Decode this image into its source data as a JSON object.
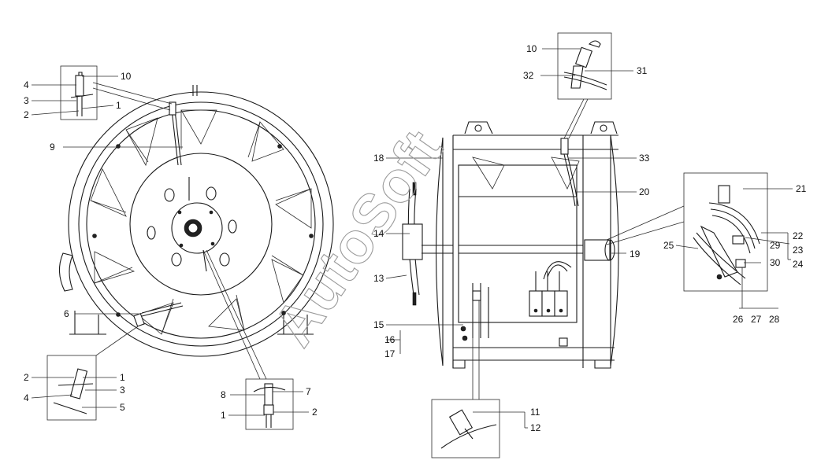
{
  "watermark": "AutoSoft",
  "callouts": {
    "inset_a": [
      "4",
      "3",
      "2",
      "10",
      "1"
    ],
    "fan": [
      "9",
      "6"
    ],
    "inset_b": [
      "2",
      "4",
      "1",
      "3",
      "5"
    ],
    "inset_c": [
      "8",
      "1",
      "7",
      "2"
    ],
    "housing_left": [
      "18",
      "14",
      "13",
      "15",
      "16",
      "17"
    ],
    "inset_d": [
      "10",
      "32",
      "31"
    ],
    "housing_right": [
      "33",
      "20",
      "19"
    ],
    "inset_e": [
      "11",
      "12"
    ],
    "inset_f": [
      "21",
      "25",
      "22",
      "29",
      "23",
      "30",
      "24",
      "26",
      "27",
      "28"
    ]
  }
}
